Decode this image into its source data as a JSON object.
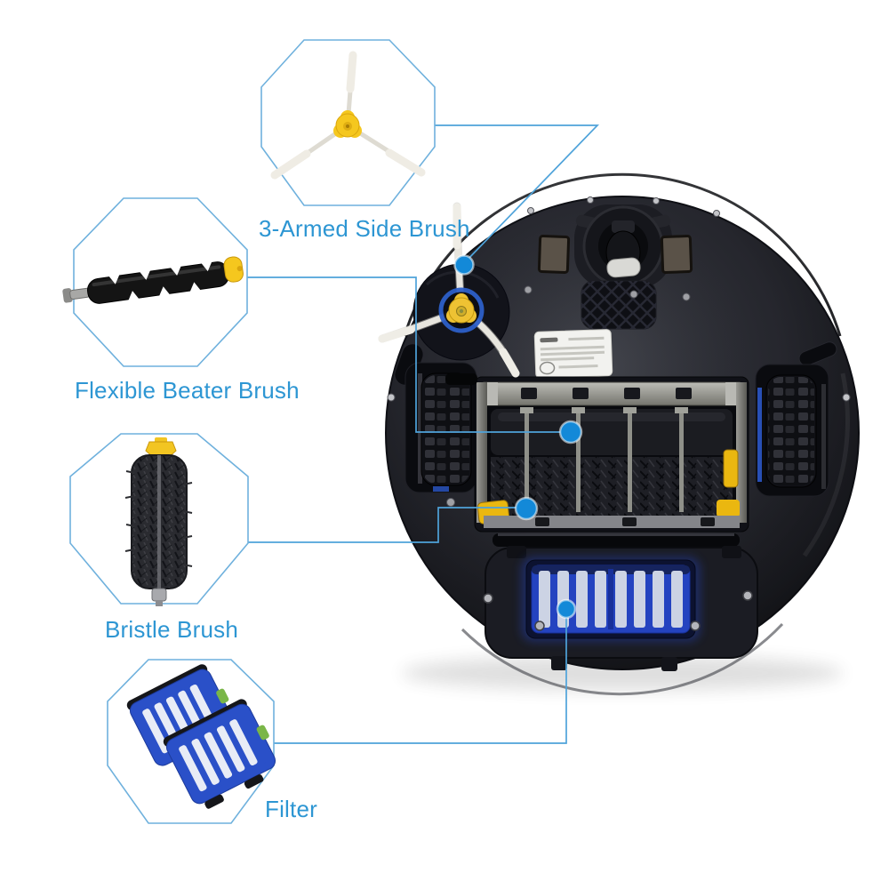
{
  "callouts": [
    {
      "id": "side-brush",
      "label": "3-Armed Side Brush"
    },
    {
      "id": "beater-brush",
      "label": "Flexible Beater Brush"
    },
    {
      "id": "bristle-brush",
      "label": "Bristle Brush"
    },
    {
      "id": "filter",
      "label": "Filter"
    }
  ],
  "colors": {
    "label_text": "#2D96D3",
    "callout_line": "#4FA3DA",
    "callout_dot": "#1389D8",
    "octagon_border": "#6FB1DD",
    "robot_body": "#23242B",
    "accent_yellow": "#EFC229",
    "filter_blue": "#2443C0",
    "brush_arm_white": "#E9E7E0",
    "filter_tab_green": "#7AB648"
  }
}
